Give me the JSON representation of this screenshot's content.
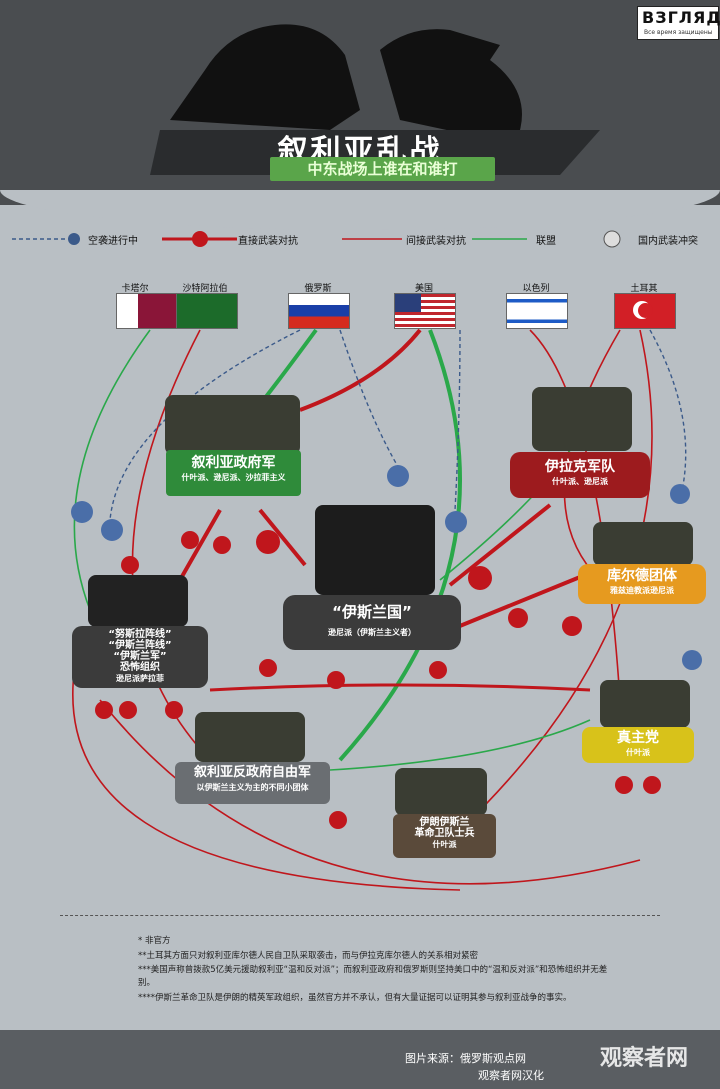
{
  "header": {
    "logo": "ВЗГЛЯД",
    "logo_sub": "Все время защищены",
    "title": "叙利亚乱战",
    "subtitle": "中东战场上谁在和谁打"
  },
  "legend": {
    "airstrike": "空袭进行中",
    "direct_conflict": "直接武装对抗",
    "indirect_conflict": "间接武装对抗",
    "alliance": "联盟",
    "internal_conflict": "国内武装冲突"
  },
  "countries": {
    "qatar": "卡塔尔",
    "saudi": "沙特阿拉伯",
    "russia": "俄罗斯",
    "usa": "美国",
    "israel": "以色列",
    "turkey": "土耳其"
  },
  "factions": {
    "syria_gov": {
      "title": "叙利亚政府军",
      "sub": "什叶派、逊尼派、沙拉菲主义"
    },
    "iraq": {
      "title": "伊拉克军队",
      "sub": "什叶派、逊尼派"
    },
    "isis": {
      "title": "“伊斯兰国”",
      "sub": "逊尼派（伊斯兰主义者）"
    },
    "nusra": {
      "title1": "“努斯拉阵线”",
      "title2": "“伊斯兰阵线”",
      "title3": "“伊斯兰军”",
      "title4": "恐怖组织",
      "sub": "逊尼派萨拉菲"
    },
    "kurds": {
      "title": "库尔德团体",
      "sub": "雅兹迪教派逊尼派"
    },
    "houthi": {
      "title": "真主党",
      "sub": "什叶派"
    },
    "fsa": {
      "title": "叙利亚反政府自由军",
      "sub": "以伊斯兰主义为主的不同小团体"
    },
    "irgc": {
      "title1": "伊朗伊斯兰",
      "title2": "革命卫队士兵",
      "sub": "什叶派"
    }
  },
  "notes": {
    "n1": "* 非官方",
    "n2": "**土耳其方面只对叙利亚库尔德人民自卫队采取袭击，而与伊拉克库尔德人的关系相对紧密",
    "n3": "***美国声称曾拨款5亿美元援助叙利亚“温和反对派”；而叙利亚政府和俄罗斯则坚持美口中的“温和反对派”和恐怖组织并无差别。",
    "n4": "****伊斯兰革命卫队是伊朗的精英军政组织，虽然官方并不承认，但有大量证据可以证明其参与叙利亚战争的事实。"
  },
  "footer": {
    "source": "图片来源：俄罗斯观点网",
    "credit": "观察者网汉化",
    "watermark": "观察者网"
  },
  "colors": {
    "direct": "#c0161c",
    "alliance": "#2aa84a",
    "airstrike": "#3b5a8a",
    "gov_green": "#2f8b3a",
    "iraq_red": "#9d1b1e",
    "kurd_orange": "#e69a1f",
    "houthi_yellow": "#d8c21a",
    "dark_node": "#3b3b3b"
  }
}
